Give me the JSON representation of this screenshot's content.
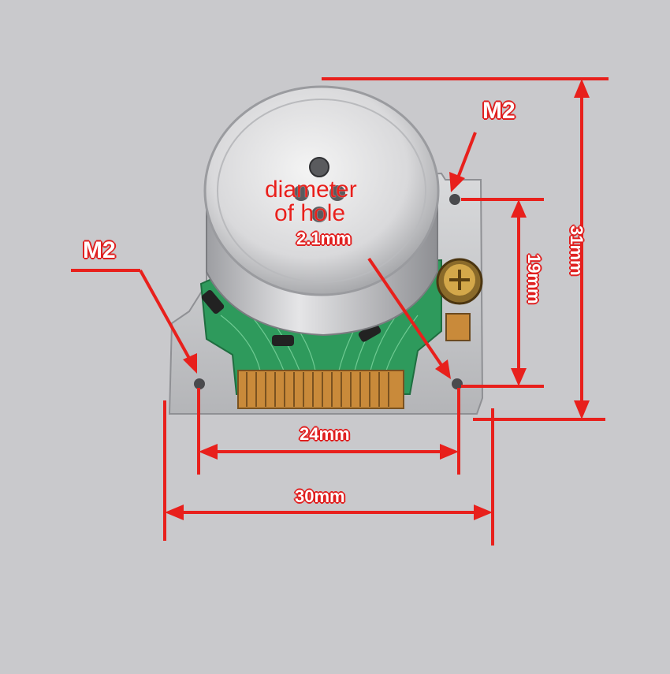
{
  "labels": {
    "m2_top": "M2",
    "m2_left": "M2",
    "hole_line1": "diameter",
    "hole_line2": "of hole",
    "hole_value": "2.1mm",
    "dim_31": "31mm",
    "dim_19": "19mm",
    "dim_24": "24mm",
    "dim_30": "30mm"
  },
  "colors": {
    "background": "#c9c9cc",
    "annotation_red": "#e8201c",
    "pcb_green": "#2e9a5c",
    "metal": "#c8cacd",
    "connector_gold": "#c98a3a"
  }
}
